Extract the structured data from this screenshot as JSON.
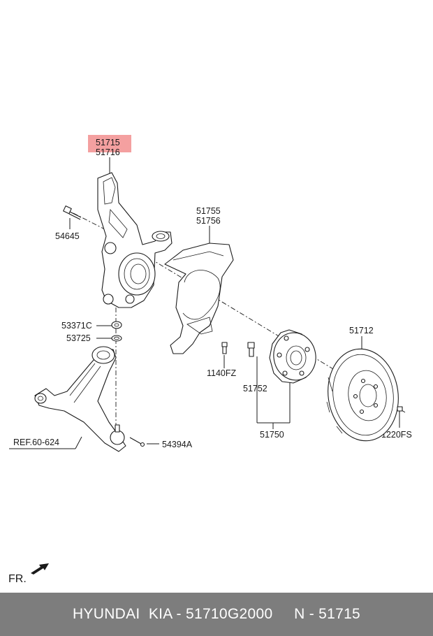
{
  "labels": {
    "p51715": "51715",
    "p51716": "51716",
    "p54645": "54645",
    "p51755": "51755",
    "p51756": "51756",
    "p53371c": "53371C",
    "p53725": "53725",
    "p1140fz": "1140FZ",
    "p51752": "51752",
    "p51750": "51750",
    "p51712": "51712",
    "p1220fs": "1220FS",
    "p54394a": "54394A",
    "ref": "REF.60-624",
    "front": "FR."
  },
  "footer": {
    "text": "HYUNDAI  KIA - 51710G2000     N - 51715"
  },
  "colors": {
    "highlight": "#f4a0a0",
    "footer_bg": "#7d7d7d",
    "footer_text": "#ffffff"
  }
}
